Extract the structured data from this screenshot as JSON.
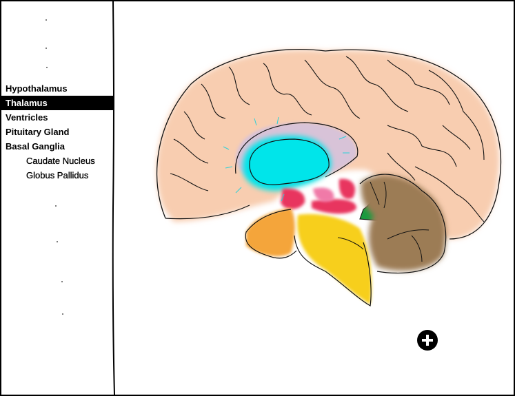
{
  "menu": {
    "items": [
      {
        "label": "Hypothalamus",
        "active": false
      },
      {
        "label": "Thalamus",
        "active": true
      },
      {
        "label": "Ventricles",
        "active": false
      },
      {
        "label": "Pituitary Gland",
        "active": false
      },
      {
        "label": "Basal Ganglia",
        "active": false
      }
    ],
    "subitems": [
      {
        "label": "Caudate Nucleus"
      },
      {
        "label": "Globus Pallidus"
      }
    ]
  },
  "colors": {
    "cerebrum": "#f8cdb0",
    "ventricle": "#00e5ea",
    "corpus_callosum": "#d8c3d8",
    "thalamus_region": "#e8355f",
    "hypothalamus": "#f07aa8",
    "pons": "#f4a53a",
    "brainstem": "#f7cf1a",
    "cerebellum": "#9c7b55",
    "green_region": "#1a9a3f"
  },
  "add_button": {
    "icon": "plus-icon"
  }
}
